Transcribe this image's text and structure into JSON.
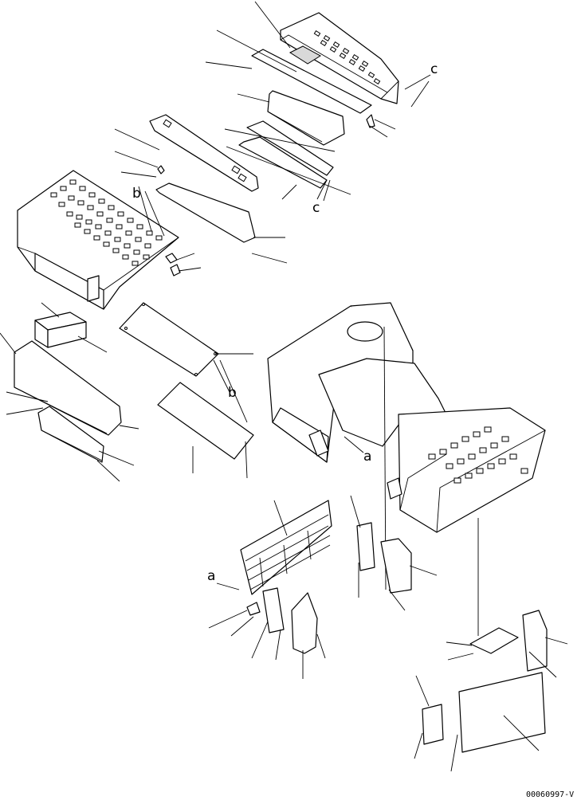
{
  "callouts": {
    "a_body": "a",
    "a_frame": "a",
    "b_top": "b",
    "b_lower": "b",
    "c_top": "c",
    "c_mid": "c"
  },
  "drawing_code": "00060997-V"
}
